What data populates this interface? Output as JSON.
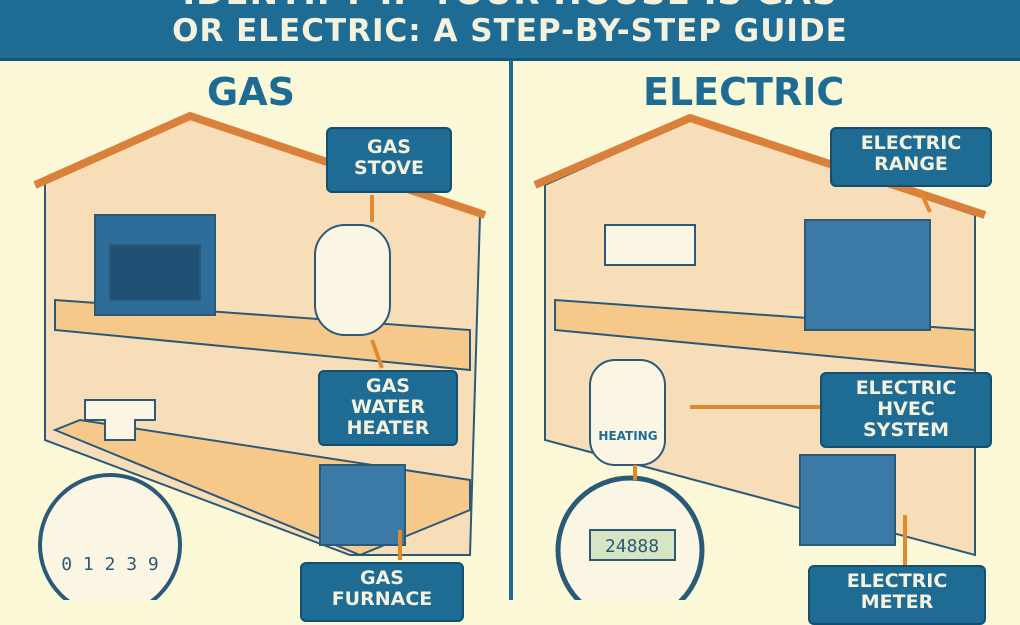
{
  "title": {
    "line1": "IDENTIFY IF YOUR HOUSE IS GAS",
    "line2": "OR ELECTRIC: A STEP-BY-STEP GUIDE"
  },
  "gas": {
    "heading": "GAS",
    "callouts": {
      "stove": "GAS STOVE",
      "water_heater": "GAS WATER HEATER",
      "furnace": "GAS FURNACE"
    },
    "meter_digits": "0 1 2 3 9"
  },
  "electric": {
    "heading": "ELECTRIC",
    "callouts": {
      "range": "ELECTRIC RANGE",
      "hvac": "ELECTRIC HVEC SYSTEM",
      "meter": "ELECTRIC METER"
    },
    "heater_label": "HEATING",
    "meter_display": "24888"
  },
  "colors": {
    "banner": "#1e6b94",
    "background": "#fbf8d8",
    "arrow": "#e08a2e",
    "roof": "#d9803a"
  }
}
